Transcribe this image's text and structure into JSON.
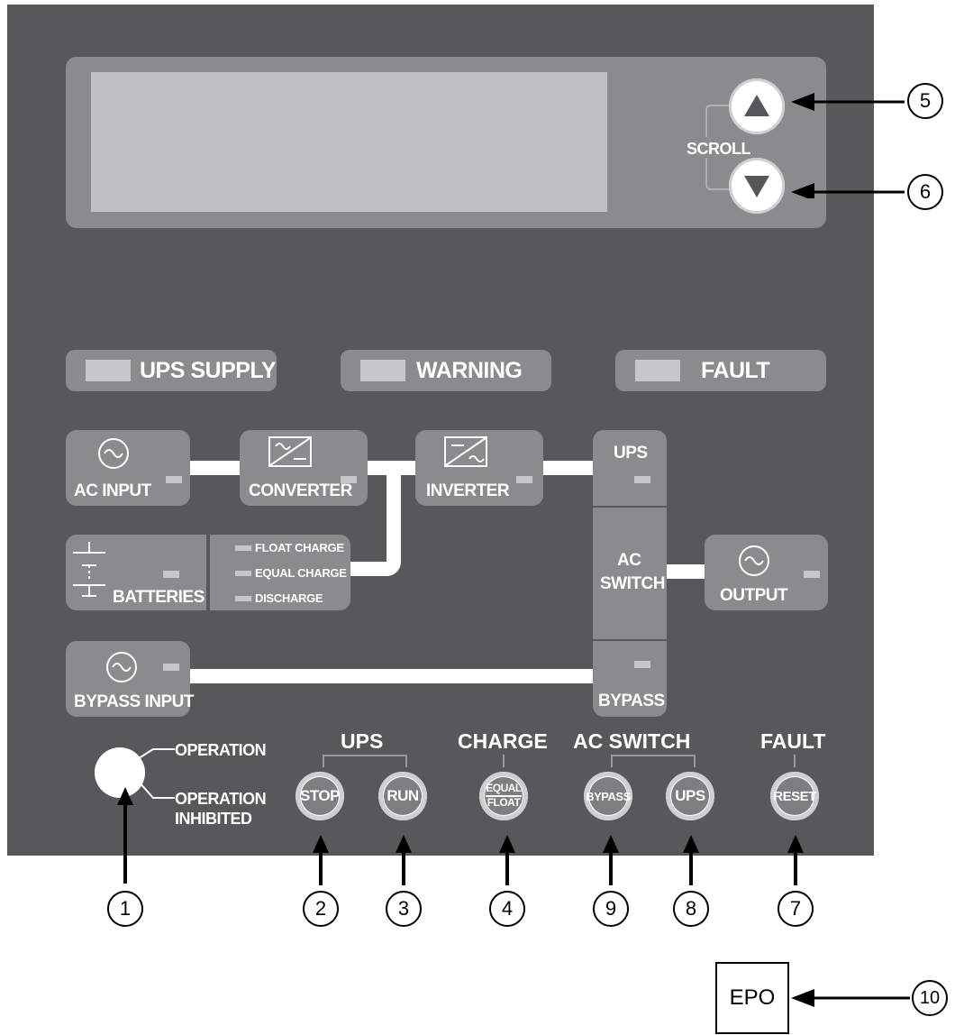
{
  "scroll": {
    "label": "SCROLL"
  },
  "indicators": {
    "ups_supply": "UPS SUPPLY",
    "warning": "WARNING",
    "fault": "FAULT"
  },
  "mimic": {
    "ac_input": "AC INPUT",
    "converter": "CONVERTER",
    "inverter": "INVERTER",
    "ups": "UPS",
    "batteries": "BATTERIES",
    "float_charge": "FLOAT CHARGE",
    "equal_charge": "EQUAL CHARGE",
    "discharge": "DISCHARGE",
    "ac_switch_line1": "AC",
    "ac_switch_line2": "SWITCH",
    "output": "OUTPUT",
    "bypass_input": "BYPASS INPUT",
    "bypass": "BYPASS"
  },
  "operation": {
    "operation": "OPERATION",
    "inhibited_line1": "OPERATION",
    "inhibited_line2": "INHIBITED"
  },
  "groups": {
    "ups": "UPS",
    "charge": "CHARGE",
    "ac_switch": "AC SWITCH",
    "fault": "FAULT"
  },
  "buttons": {
    "stop": "STOP",
    "run": "RUN",
    "equal": "EQUAL",
    "float": "FLOAT",
    "bypass": "BYPASS",
    "ups": "UPS",
    "reset": "RESET"
  },
  "callouts": [
    "1",
    "2",
    "3",
    "4",
    "5",
    "6",
    "7",
    "8",
    "9",
    "10"
  ],
  "epo": "EPO",
  "colors": {
    "panel": "#58585a",
    "box": "#8b8b8d",
    "led": "#c6c6c8",
    "display": "#c1c1c3"
  }
}
